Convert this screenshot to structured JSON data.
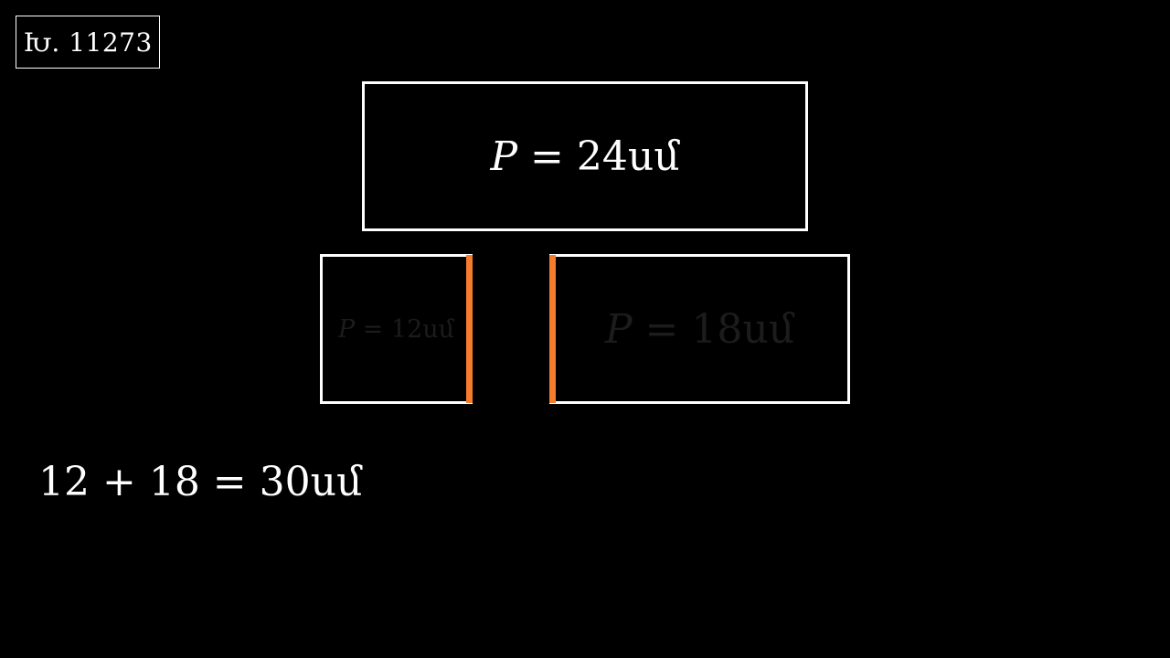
{
  "badge": {
    "text": "Խ. 11273"
  },
  "big_rect": {
    "var": "P",
    "expr": " = 24սմ"
  },
  "left_rect": {
    "var": "P",
    "expr": " = 12սմ"
  },
  "right_rect": {
    "var": "P",
    "expr": " = 18սմ"
  },
  "sum": {
    "text": "12 + 18 = 30սմ"
  },
  "colors": {
    "background": "#000000",
    "outline": "#ffffff",
    "edge_highlight": "#f47c2c",
    "faded_text": "#1c1c1c"
  }
}
